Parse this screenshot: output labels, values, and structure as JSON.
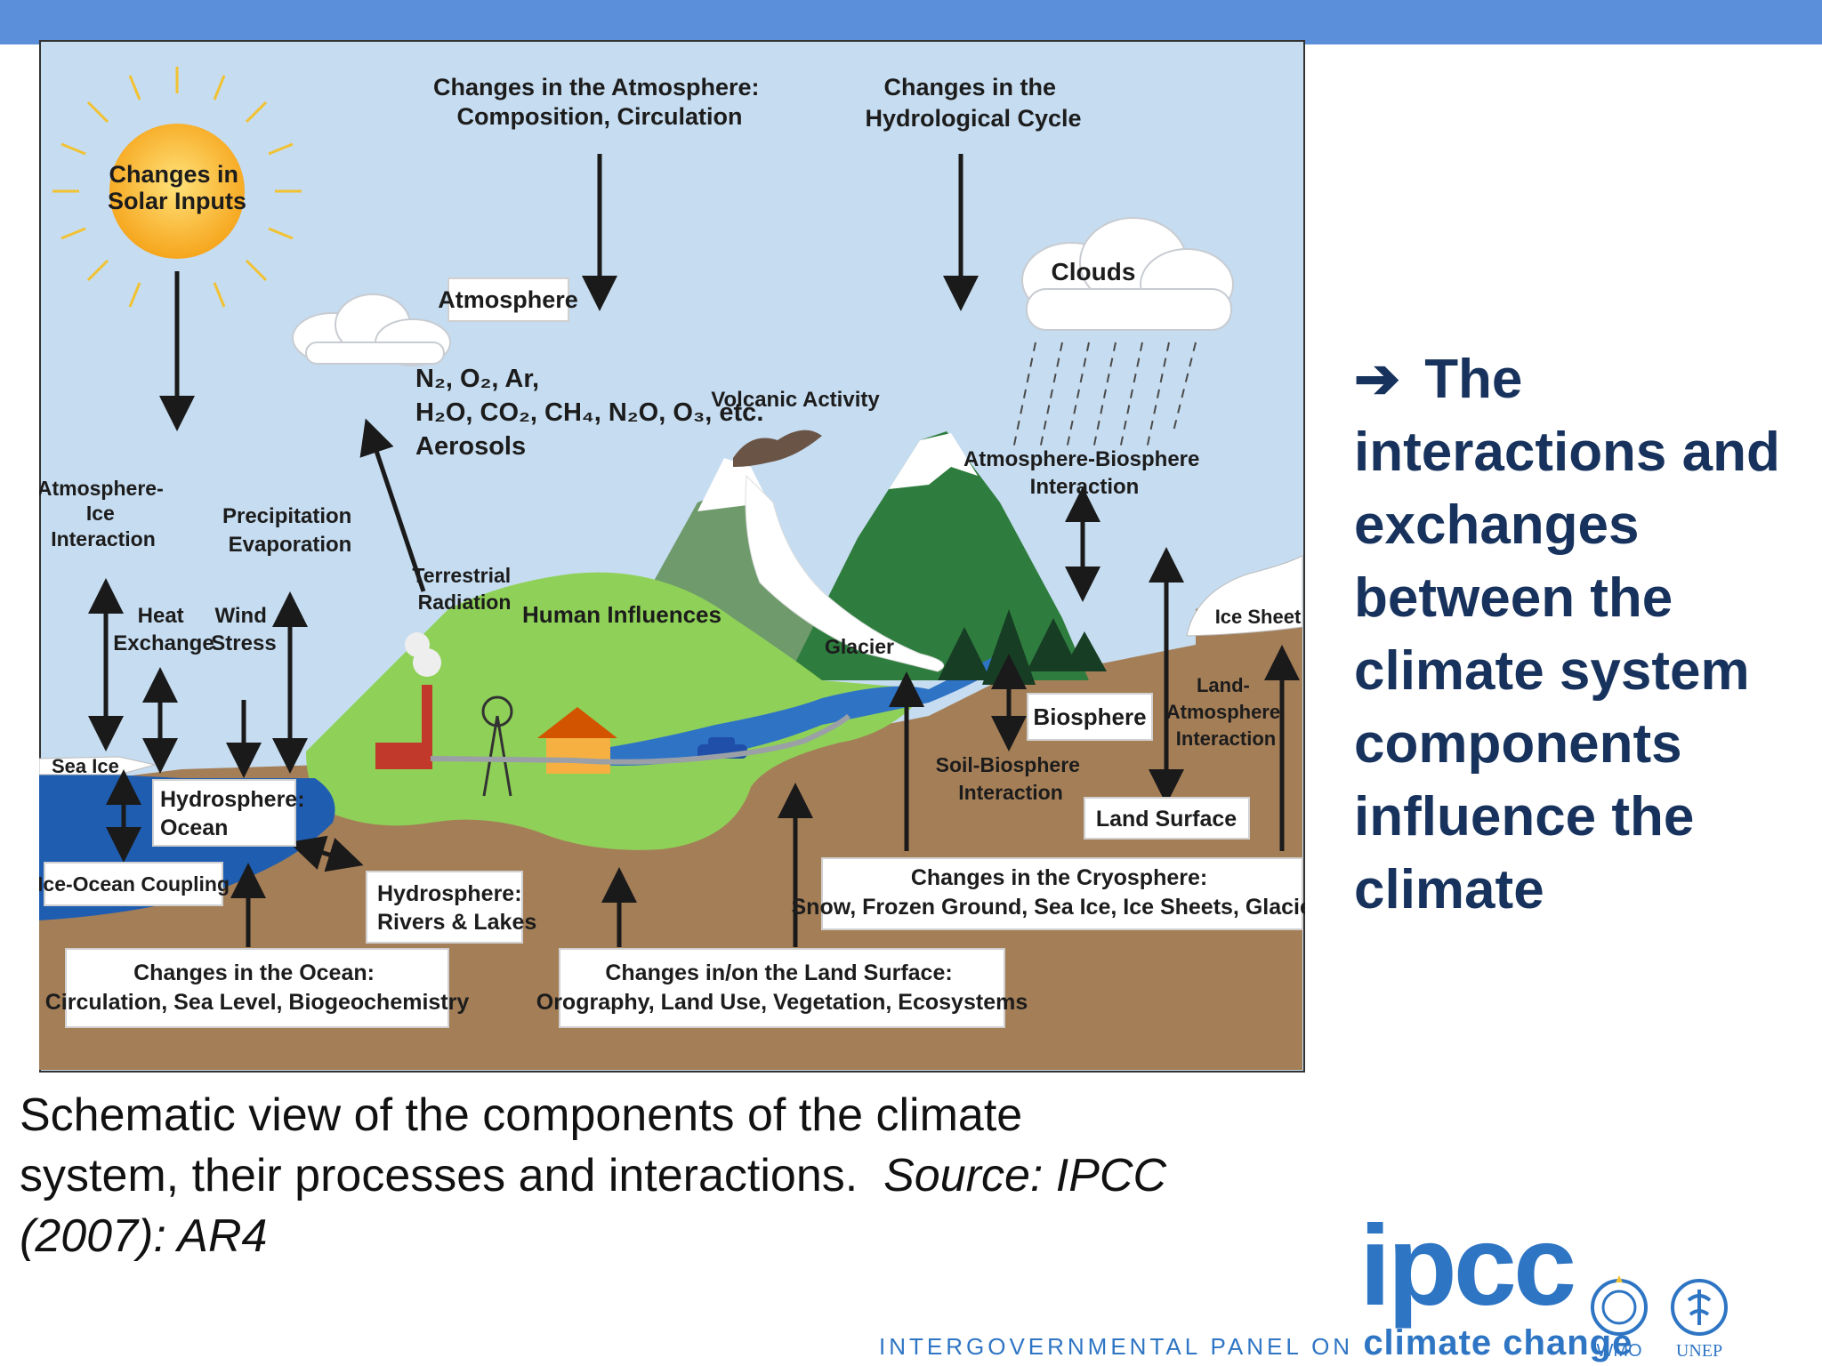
{
  "diagram": {
    "labels": {
      "solar": [
        "Changes in",
        "Solar Inputs"
      ],
      "atmos_changes": [
        "Changes in the Atmosphere:",
        "Composition, Circulation"
      ],
      "hydro_changes": [
        "Changes in the",
        "Hydrological Cycle"
      ],
      "atmosphere": "Atmosphere",
      "clouds": "Clouds",
      "gases": [
        "N₂, O₂, Ar,",
        "H₂O, CO₂, CH₄, N₂O, O₃, etc.",
        "Aerosols"
      ],
      "volcanic": "Volcanic Activity",
      "atmos_bio": [
        "Atmosphere-Biosphere",
        "Interaction"
      ],
      "atmos_ice": [
        "Atmosphere-",
        "Ice",
        "Interaction"
      ],
      "precip": [
        "Precipitation",
        "Evaporation"
      ],
      "terrestrial": [
        "Terrestrial",
        "Radiation"
      ],
      "human": "Human Influences",
      "heat": [
        "Heat",
        "Exchange"
      ],
      "wind": [
        "Wind",
        "Stress"
      ],
      "glacier": "Glacier",
      "ice_sheet": "Ice Sheet",
      "biosphere": "Biosphere",
      "land_atmos": [
        "Land-",
        "Atmosphere",
        "Interaction"
      ],
      "sea_ice": "Sea Ice",
      "hydro_ocean": [
        "Hydrosphere:",
        "Ocean"
      ],
      "soil_bio": [
        "Soil-Biosphere",
        "Interaction"
      ],
      "land_surface": "Land Surface",
      "ice_ocean": "Ice-Ocean Coupling",
      "hydro_rivers": [
        "Hydrosphere:",
        "Rivers & Lakes"
      ],
      "cryo_changes": [
        "Changes in the Cryosphere:",
        "Snow, Frozen Ground, Sea Ice, Ice Sheets, Glaciers"
      ],
      "ocean_changes": [
        "Changes in the Ocean:",
        "Circulation, Sea Level, Biogeochemistry"
      ],
      "land_changes": [
        "Changes in/on the Land Surface:",
        "Orography, Land Use, Vegetation, Ecosystems"
      ]
    }
  },
  "side_text": {
    "arrow": "➔",
    "text": "The interactions and exchanges between the climate system components influence the climate"
  },
  "caption": {
    "main": "Schematic view of the components of the climate system, their processes and interactions.",
    "source": "Source: IPCC (2007): AR4"
  },
  "footer": {
    "ipcc": "ipcc",
    "panel": "INTERGOVERNMENTAL PANEL ON",
    "climate_change": "climate change",
    "wmo": "WMO",
    "unep": "UNEP"
  },
  "colors": {
    "topbar": "#5b8fd9",
    "sky": "#c6dcf0",
    "ocean": "#1f5db0",
    "earth": "#a47e57",
    "grass": "#8fd158",
    "mountain": "#2e7d3e",
    "side_text": "#17325c",
    "ipcc_blue": "#2e75c4"
  }
}
